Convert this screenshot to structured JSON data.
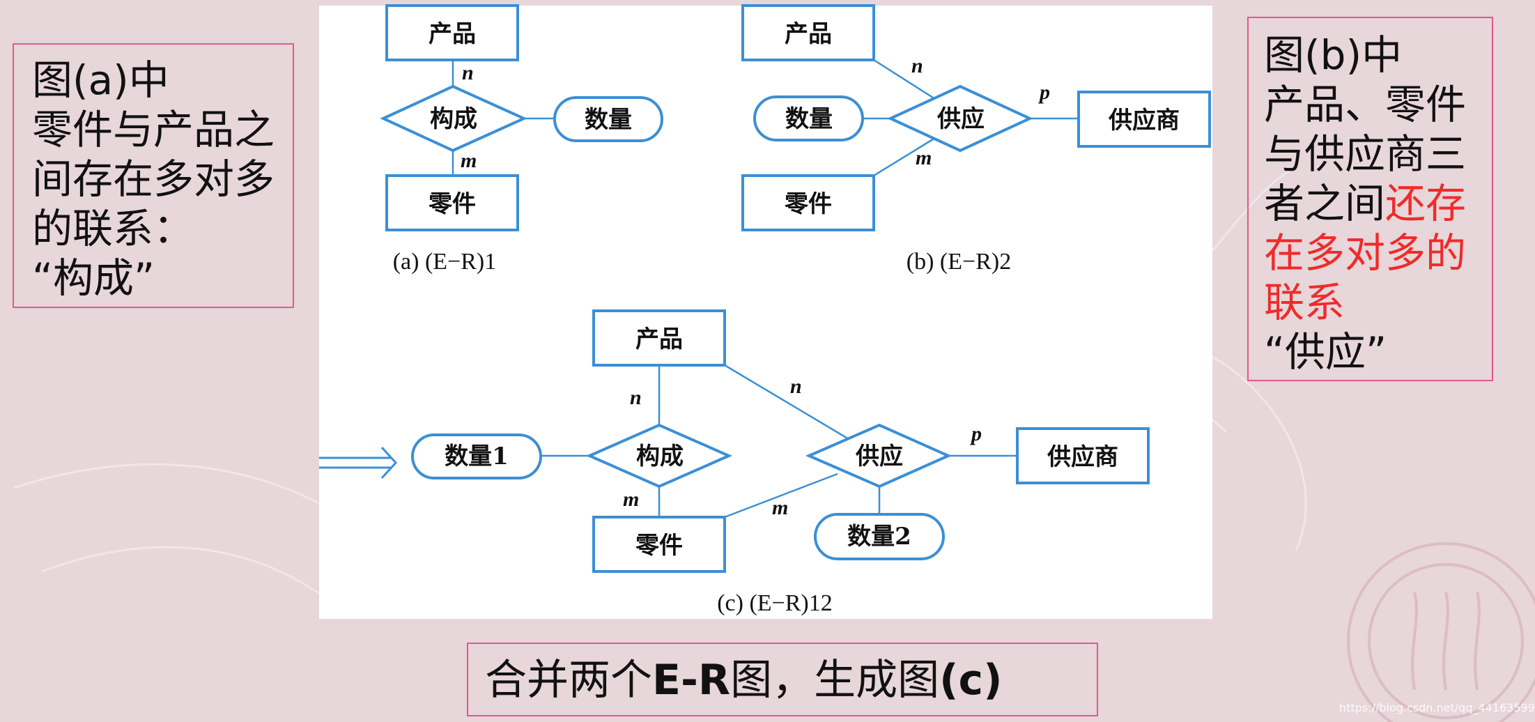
{
  "note_a": {
    "lines": [
      "图(a)中",
      "零件与产品之",
      "间存在多对多",
      "的联系：",
      "“构成”"
    ]
  },
  "note_b": {
    "lines": [
      "图(b)中",
      "产品、零件",
      "与供应商三",
      "者之间"
    ],
    "highlight_tail": "还存",
    "highlight_lines": [
      "在多对多的",
      "联系"
    ],
    "last_line": "“供应”"
  },
  "diagram_a": {
    "entity_top": "产品",
    "relation": "构成",
    "attribute": "数量",
    "entity_bottom": "零件",
    "card_top": "n",
    "card_bottom": "m",
    "caption": "(a) (E−R)1"
  },
  "diagram_b": {
    "entity_top": "产品",
    "attribute": "数量",
    "relation": "供应",
    "entity_right": "供应商",
    "entity_bottom": "零件",
    "card_top": "n",
    "card_right": "p",
    "card_bottom": "m",
    "caption": "(b) (E−R)2"
  },
  "diagram_c": {
    "entity_top": "产品",
    "attribute_1": "数量1",
    "relation_1": "构成",
    "relation_2": "供应",
    "entity_right": "供应商",
    "entity_bottom": "零件",
    "attribute_2": "数量2",
    "card_r1_top": "n",
    "card_r1_bottom": "m",
    "card_r2_top": "n",
    "card_r2_bottom": "m",
    "card_r2_right": "p",
    "caption": "(c) (E−R)12"
  },
  "footer": {
    "prefix": "合并两个",
    "bold_1": "E-R",
    "middle": "图，生成图",
    "bold_2": "(c)"
  },
  "watermark": "https://blog.csdn.net/qq_44163599",
  "colors": {
    "diagram_stroke": "#3b8fd6",
    "note_border": "#e05a8a",
    "highlight": "#ef2b2b",
    "background": "#e7d6da"
  }
}
